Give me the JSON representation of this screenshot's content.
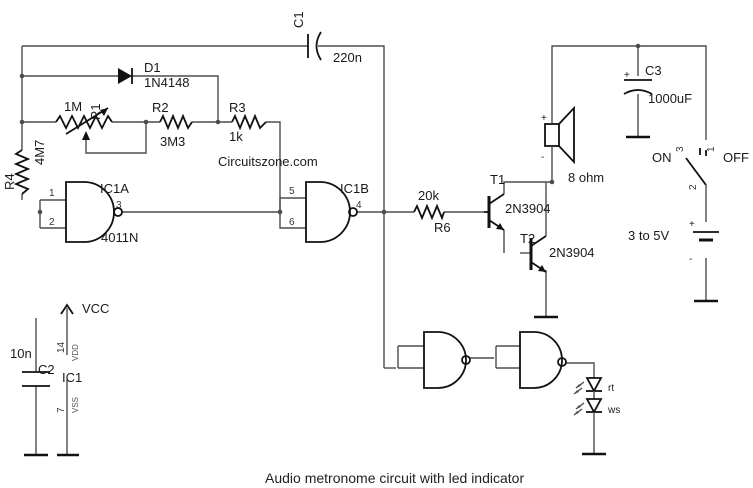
{
  "site_label": "Circuitszone.com",
  "caption": "Audio metronome circuit with led indicator",
  "components": {
    "c1": {
      "ref": "C1",
      "value": "220n"
    },
    "d1": {
      "ref": "D1",
      "value": "1N4148"
    },
    "r1": {
      "ref": "R1",
      "value": "1M"
    },
    "r2": {
      "ref": "R2",
      "value": "3M3"
    },
    "r3": {
      "ref": "R3",
      "value": "1k"
    },
    "r4": {
      "ref": "R4",
      "value": "4M7"
    },
    "r6": {
      "ref": "R6",
      "value": "20k"
    },
    "ic1a": {
      "ref": "IC1A",
      "part": "4011N",
      "pins": [
        "1",
        "2",
        "3"
      ]
    },
    "ic1b": {
      "ref": "IC1B",
      "pins": [
        "5",
        "6",
        "4"
      ]
    },
    "t1": {
      "ref": "T1",
      "part": "2N3904"
    },
    "t2": {
      "ref": "T2",
      "part": "2N3904"
    },
    "c3": {
      "ref": "C3",
      "value": "1000uF"
    },
    "speaker": {
      "value": "8 ohm"
    },
    "switch": {
      "on": "ON",
      "off": "OFF",
      "pins": [
        "3",
        "1",
        "2"
      ]
    },
    "battery": {
      "value": "3 to 5V"
    },
    "vcc": {
      "label": "VCC"
    },
    "c2": {
      "ref": "C2",
      "value": "10n"
    },
    "ic1": {
      "ref": "IC1",
      "vdd_pin": "14",
      "vdd": "VDD",
      "vss_pin": "7",
      "vss": "VSS"
    },
    "led_rt": {
      "label": "rt"
    },
    "led_ws": {
      "label": "ws"
    }
  },
  "polarity": {
    "plus": "+",
    "minus": "-"
  }
}
